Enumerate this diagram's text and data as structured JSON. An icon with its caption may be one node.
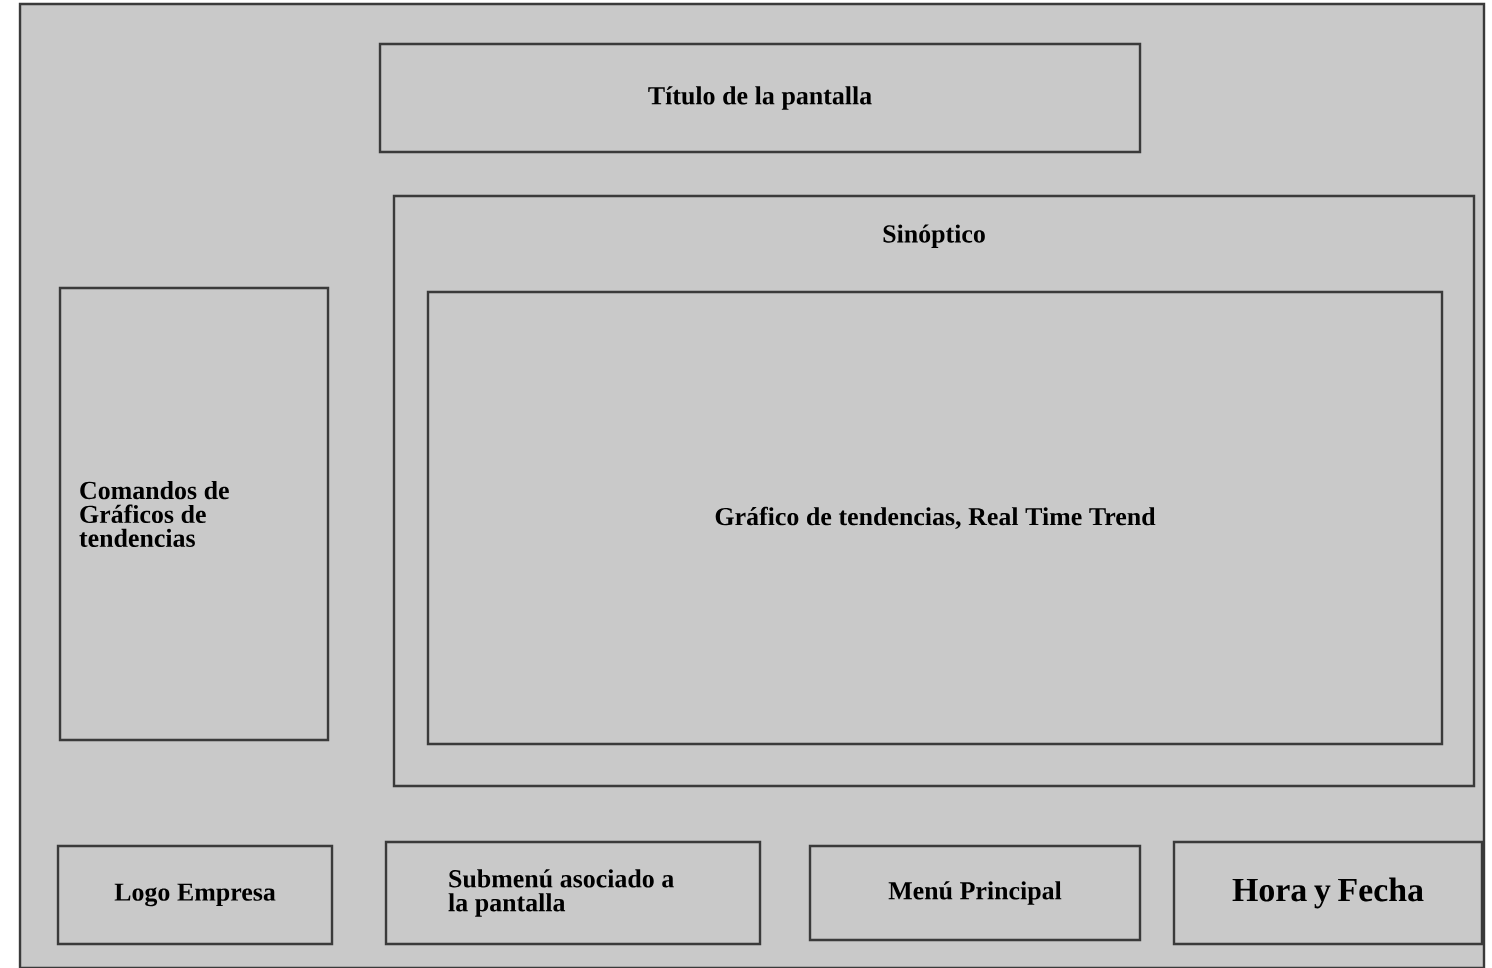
{
  "diagram": {
    "nodes": [
      {
        "text": [
          "Título de la pantalla"
        ]
      },
      {
        "text": [
          "Sinóptico"
        ]
      },
      {
        "text": [
          "Gráfico de tendencias, Real Time Trend"
        ],
        "in": 1
      },
      {
        "text": [
          "Comandos de Gráficos de tendencias"
        ]
      },
      {
        "text": [
          "Logo Empresa"
        ]
      },
      {
        "text": [
          "Submenú asociado a la pantalla"
        ]
      },
      {
        "text": [
          "Menú Principal"
        ]
      },
      {
        "text": [
          "Hora y Fecha"
        ]
      }
    ]
  }
}
